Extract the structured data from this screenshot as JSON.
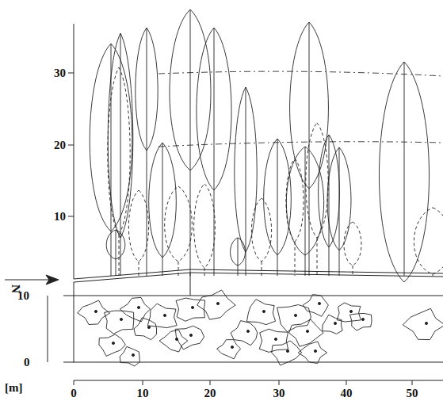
{
  "diagram": {
    "labels": [
      "30",
      "20",
      "10",
      "N",
      "10",
      "0",
      "[m]",
      "0",
      "10",
      "20",
      "30",
      "40",
      "50"
    ]
  }
}
